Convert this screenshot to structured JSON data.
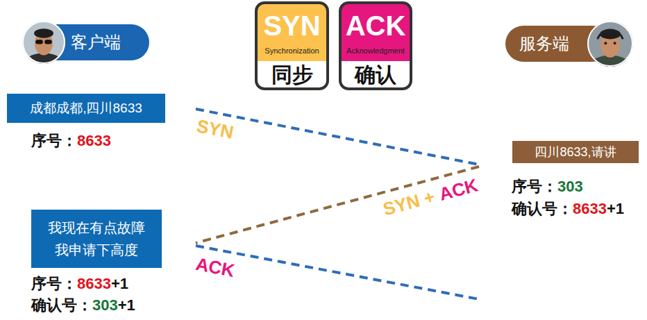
{
  "diagram": {
    "nodes": [
      {
        "text": [
          "客户端"
        ]
      },
      {
        "text": [
          "SYN",
          "Synchronization",
          "同步"
        ]
      },
      {
        "text": [
          "ACK",
          "Acknowledgment",
          "确认"
        ]
      },
      {
        "text": [
          "服务端"
        ]
      },
      {
        "text": [
          "成都成都,四川8633"
        ]
      },
      {
        "text": [
          "四川8633,请讲"
        ]
      },
      {
        "text": [
          "我现在有点故障 我申请下高度"
        ]
      }
    ],
    "labels": [
      "SYN",
      "序号：",
      "8633",
      "SYN +",
      "ACK",
      "序号：",
      "303",
      "确认号：",
      "8633",
      "+1",
      "ACK",
      "序号：",
      "8633",
      "+1",
      "确认号：",
      "303",
      "+1"
    ]
  }
}
